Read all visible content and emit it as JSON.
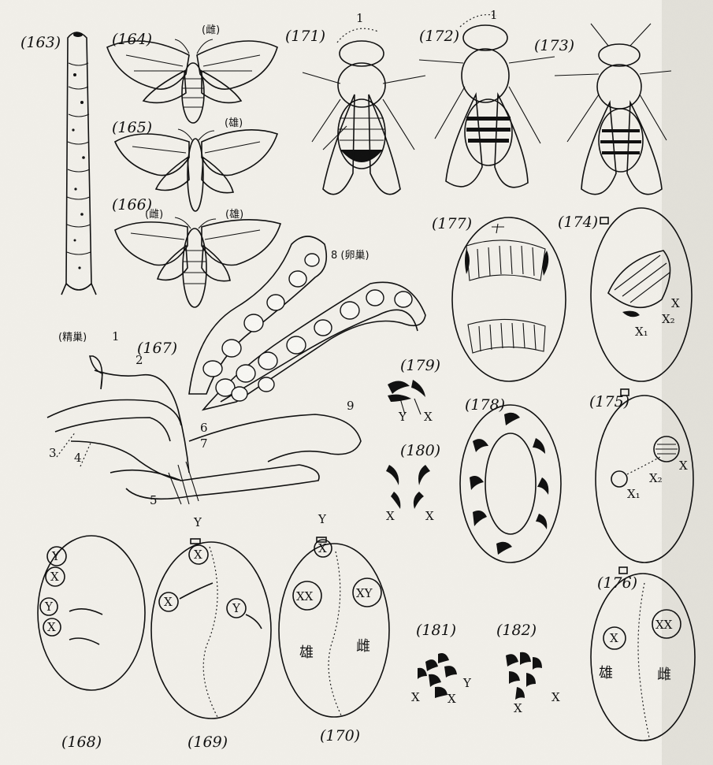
{
  "figures": {
    "f163": "(163)",
    "f164": "(164)",
    "f165": "(165)",
    "f166": "(166)",
    "f167": "(167)",
    "f168": "(168)",
    "f169": "(169)",
    "f170": "(170)",
    "f171": "(171)",
    "f172": "(172)",
    "f173": "(173)",
    "f174": "(174)",
    "f175": "(175)",
    "f176": "(176)",
    "f177": "(177)",
    "f178": "(178)",
    "f179": "(179)",
    "f180": "(180)",
    "f181": "(181)",
    "f182": "(182)"
  },
  "sex_marks": {
    "m164": "(雌)",
    "m165": "(雄)",
    "m166_left": "(雌)",
    "m166_right": "(雄)"
  },
  "organ_labels": {
    "seminal": "(精巢)",
    "ovary": "8 (卵巢)",
    "n1": "1",
    "n2": "2",
    "n3": "3",
    "n4": "4",
    "n5": "5",
    "n6": "6",
    "n7": "7",
    "n9": "9"
  },
  "fly_labels": {
    "f171_1": "1",
    "f172_1": "1"
  },
  "chromosomes": {
    "x": "X",
    "y": "Y",
    "xx": "XX",
    "xy": "XY",
    "x1": "X₁",
    "x2": "X₂"
  },
  "sex_words": {
    "male": "雄",
    "female": "雌"
  }
}
